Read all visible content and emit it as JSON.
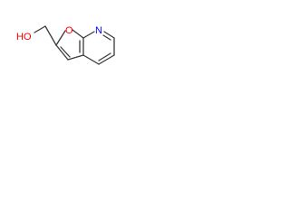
{
  "molecule": {
    "atoms": {
      "hydroxyl": {
        "label": "HO",
        "color": "#ff0000"
      },
      "furan_oxygen": {
        "label": "O",
        "color": "#ff0000"
      },
      "pyridine_nitrogen": {
        "label": "N",
        "color": "#0000ff"
      }
    },
    "bond_color": "#3a3a3a"
  }
}
